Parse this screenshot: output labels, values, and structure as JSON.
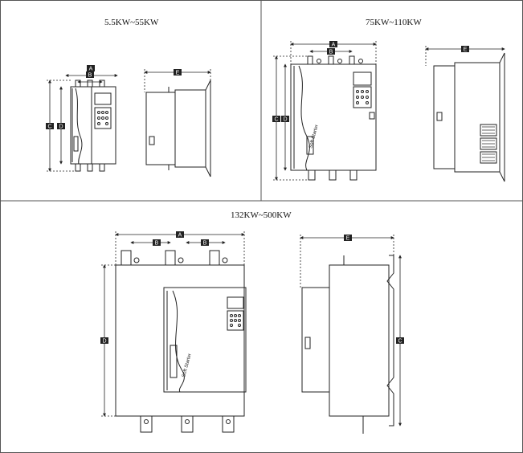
{
  "panels": [
    {
      "id": "small",
      "title": "5.5KW~55KW"
    },
    {
      "id": "medium",
      "title": "75KW~110KW"
    },
    {
      "id": "large",
      "title": "132KW~500KW"
    }
  ],
  "dimension_labels": {
    "a": "A",
    "b": "B",
    "c": "C",
    "d": "D",
    "e": "E"
  },
  "device_text": {
    "brand_mark": "Soft Starter"
  },
  "colors": {
    "line": "#222222",
    "label_bg": "#222222",
    "label_fg": "#ffffff",
    "border": "#555555"
  }
}
